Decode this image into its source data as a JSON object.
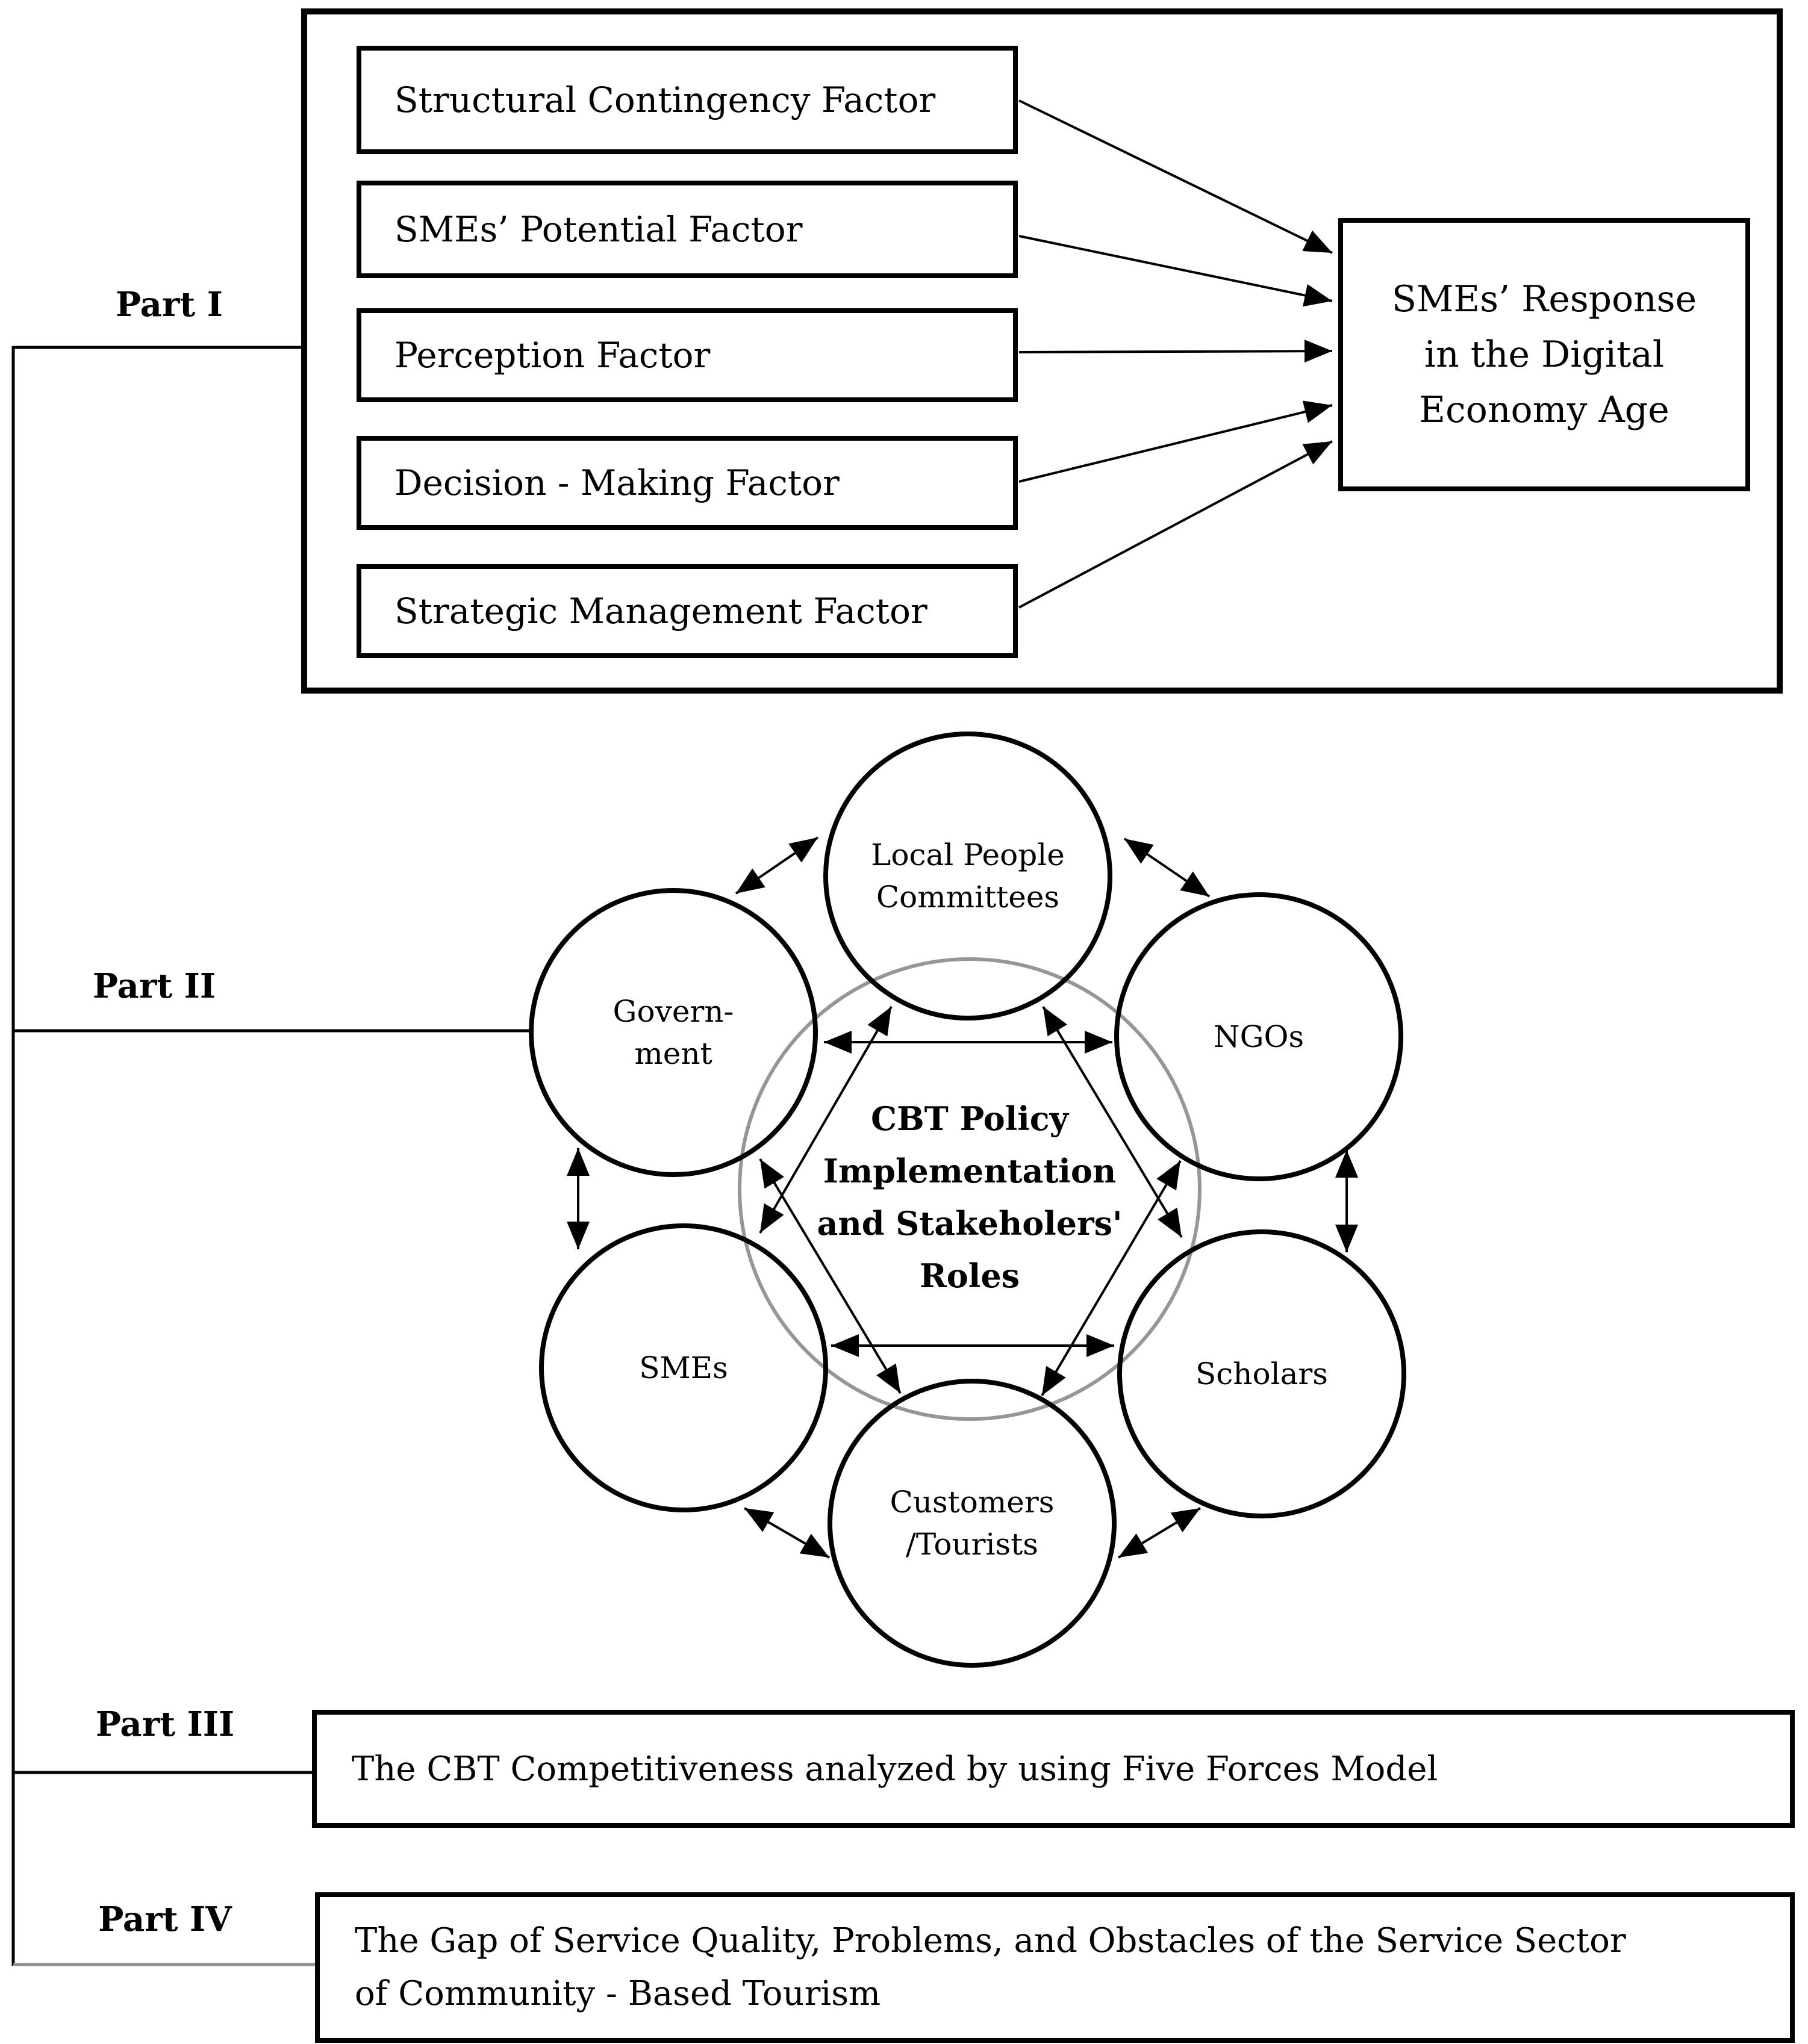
{
  "colors": {
    "line": "#000000",
    "gray_circle": "#969696",
    "gray_branch": "#8f8f8f",
    "background": "#ffffff"
  },
  "part_labels": {
    "part1": "Part I",
    "part2": "Part II",
    "part3": "Part III",
    "part4": "Part IV"
  },
  "part1": {
    "factor_boxes": [
      "Structural Contingency Factor",
      "SMEs’ Potential Factor",
      "Perception Factor",
      "Decision - Making Factor",
      "Strategic Management Factor"
    ],
    "response_box_lines": [
      "SMEs’ Response",
      "in the Digital",
      "Economy Age"
    ]
  },
  "part2": {
    "center_lines": [
      "CBT Policy",
      "Implementation",
      "and Stakeholers'",
      "Roles"
    ],
    "circles": {
      "local_people": [
        "Local People",
        "Committees"
      ],
      "government": [
        "Govern-",
        "ment"
      ],
      "ngos": [
        "NGOs"
      ],
      "smes": [
        "SMEs"
      ],
      "scholars": [
        "Scholars"
      ],
      "customers": [
        "Customers",
        "/Tourists"
      ]
    }
  },
  "part3": {
    "box_text": "The CBT Competitiveness analyzed by using Five Forces Model"
  },
  "part4": {
    "box_lines": [
      "The Gap of Service Quality, Problems, and Obstacles of the Service Sector",
      "of Community - Based Tourism"
    ]
  }
}
